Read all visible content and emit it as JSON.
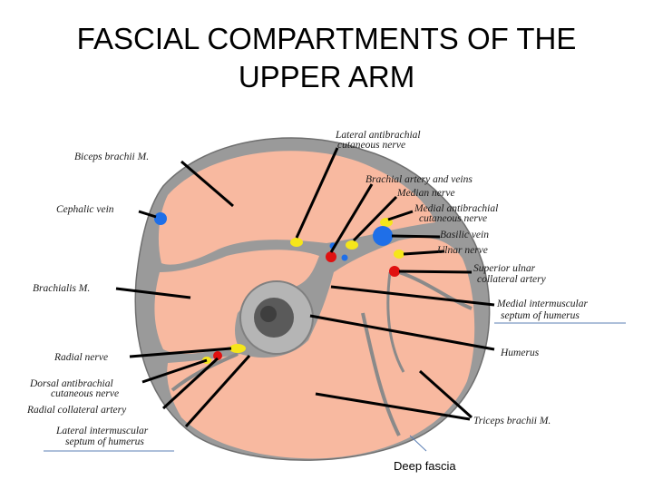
{
  "title": {
    "line1": "FASCIAL COMPARTMENTS OF THE",
    "line2": "UPPER ARM"
  },
  "labels": {
    "lateral_antebrachial_1": "Lateral antibrachial",
    "lateral_antebrachial_2": "cutaneous nerve",
    "biceps": "Biceps brachii M.",
    "brachial_artery": "Brachial artery and veins",
    "median_nerve": "Median nerve",
    "medial_antebrachial_1": "Medial antibrachial",
    "medial_antebrachial_2": "cutaneous nerve",
    "cephalic_vein": "Cephalic vein",
    "basilic_vein": "Basilic vein",
    "ulnar_nerve": "Ulnar nerve",
    "superior_ulnar_1": "Superior ulnar",
    "superior_ulnar_2": "collateral artery",
    "brachialis": "Brachialis M.",
    "medial_septum_1": "Medial intermuscular",
    "medial_septum_2": "septum of humerus",
    "radial_nerve": "Radial nerve",
    "humerus": "Humerus",
    "dorsal_antebrachial_1": "Dorsal antibrachial",
    "dorsal_antebrachial_2": "cutaneous nerve",
    "radial_collateral": "Radial collateral artery",
    "lateral_septum_1": "Lateral intermuscular",
    "lateral_septum_2": "septum of humerus",
    "triceps": "Triceps brachii M.",
    "deep_fascia": "Deep fascia"
  },
  "colors": {
    "muscle": "#f8b9a0",
    "fascia": "#9a9a9a",
    "artery": "#e01010",
    "vein": "#1f6fe8",
    "nerve": "#f5e61a"
  }
}
